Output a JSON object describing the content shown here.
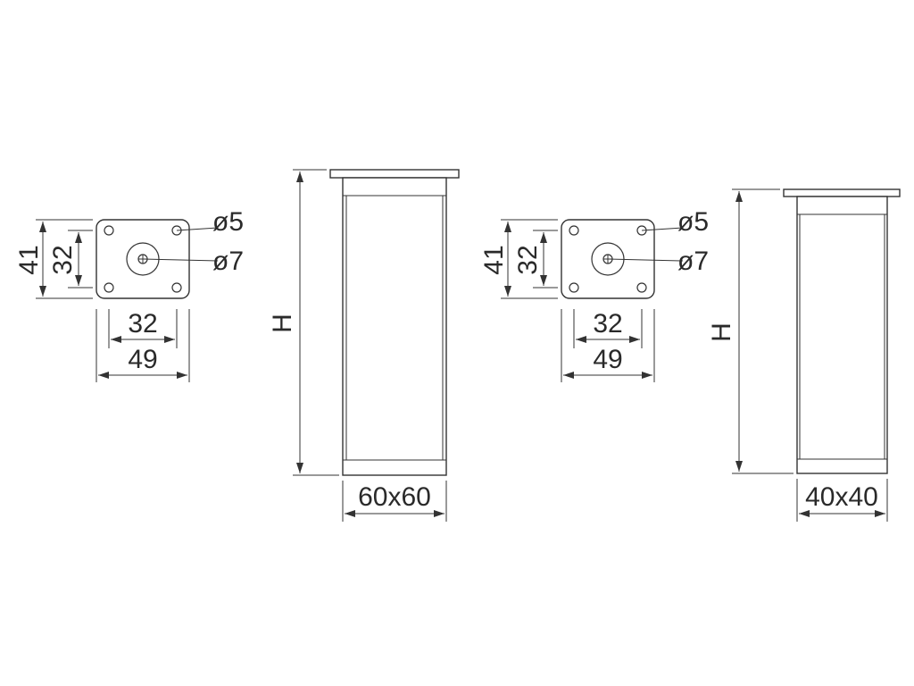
{
  "labels": {
    "plate_depth_outer": "41",
    "plate_depth_inner": "32",
    "plate_width_inner": "32",
    "plate_width_outer": "49",
    "screw_hole": "ø5",
    "center_hole": "ø7",
    "height": "H",
    "leg_large_section": "60x60",
    "leg_small_section": "40x40"
  },
  "colors": {
    "line": "#333333",
    "text": "#2a2a2a"
  }
}
